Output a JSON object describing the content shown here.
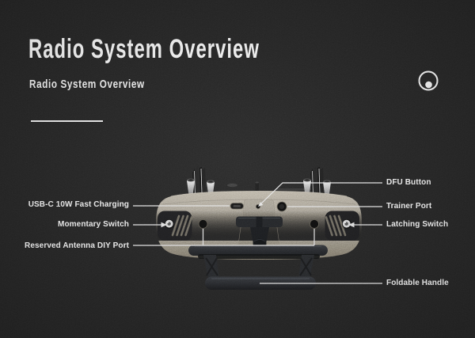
{
  "header": {
    "title": "Radio System Overview",
    "subtitle": "Radio System Overview"
  },
  "icons": {
    "logo": "circle-dot-icon"
  },
  "callouts": {
    "left": [
      "USB-C 10W Fast Charging",
      "Momentary Switch",
      "Reserved Antenna DIY Port"
    ],
    "right": [
      "DFU Button",
      "Trainer Port",
      "Latching Switch",
      "Foldable Handle"
    ]
  },
  "diagram": {
    "subject": "radio transmitter bottom view with foldable handle",
    "parts": [
      "USB-C port",
      "DFU button hole",
      "trainer port",
      "momentary switch",
      "latching switch",
      "reserved antenna DIY port left",
      "reserved antenna DIY port right",
      "foldable handle"
    ]
  },
  "colors": {
    "background": "#242424",
    "text": "#f3f3f3",
    "device_body": "#a69f91",
    "grip": "#1c1c1e",
    "handle": "#292b2f",
    "callout_line": "#e8e8e8"
  }
}
